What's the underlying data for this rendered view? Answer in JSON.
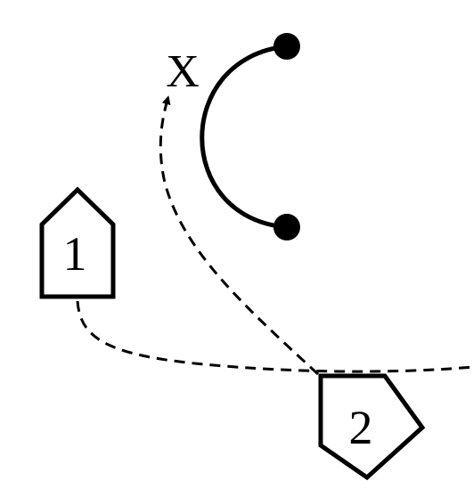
{
  "diagram": {
    "target_label": "X",
    "player_1_label": "1",
    "player_2_label": "2",
    "colors": {
      "ink": "#000000",
      "paper": "#ffffff"
    }
  }
}
